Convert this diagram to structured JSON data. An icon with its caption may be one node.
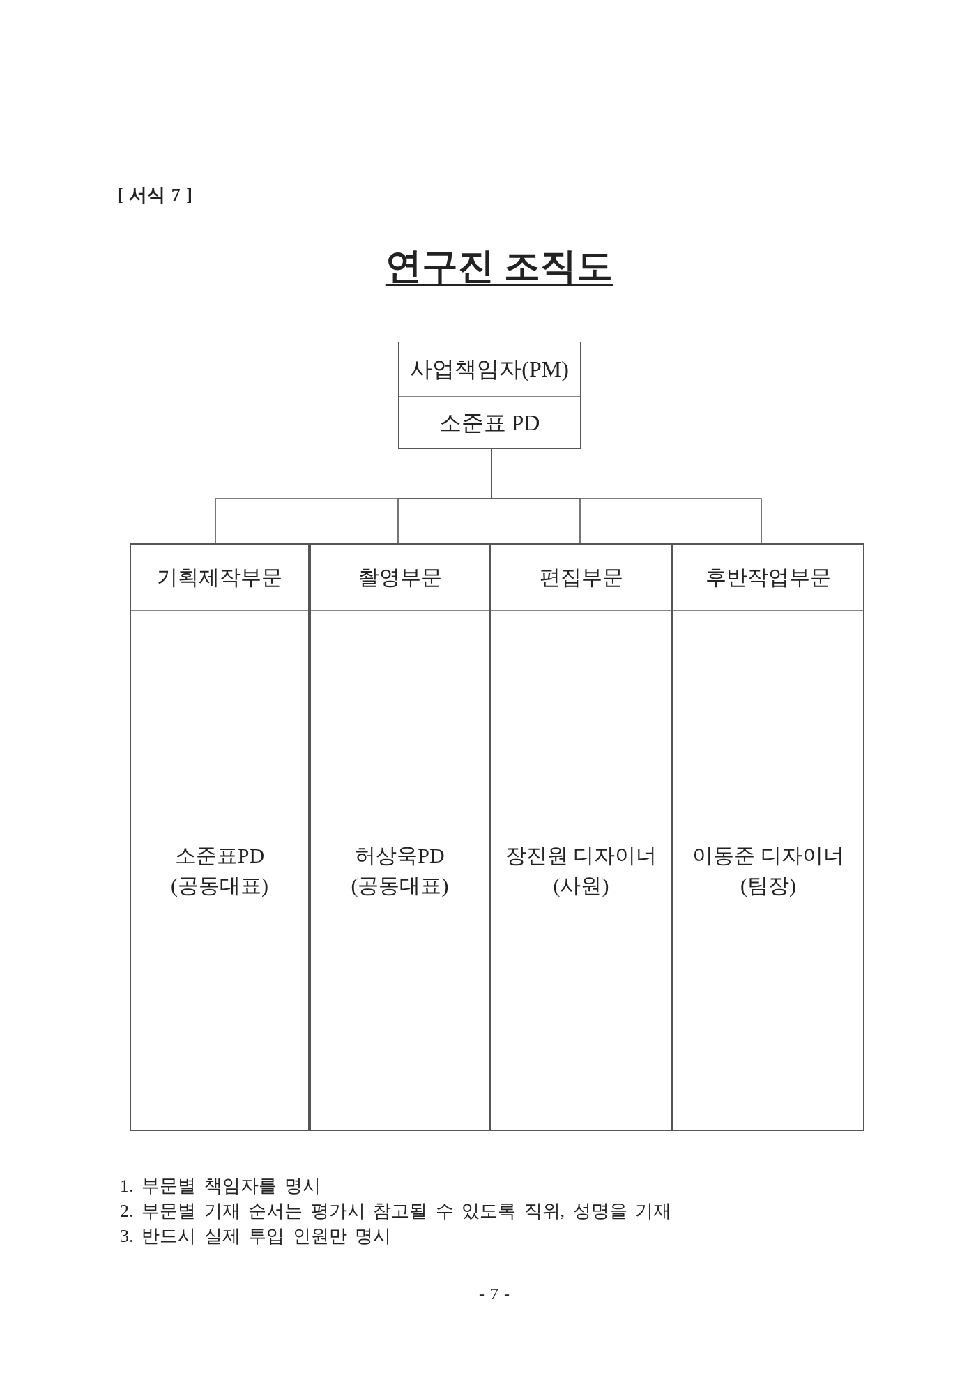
{
  "diagram": {
    "title": "연구진 조직도",
    "nodes": [
      {
        "text": [
          "사업책임자(PM)",
          "소준표 PD"
        ]
      },
      {
        "text": [
          "기획제작부문",
          "소준표PD (공동대표)"
        ]
      },
      {
        "text": [
          "촬영부문",
          "허상욱PD (공동대표)"
        ]
      },
      {
        "text": [
          "편집부문",
          "장진원 디자이너 (사원)"
        ]
      },
      {
        "text": [
          "후반작업부문",
          "이동준 디자이너 (팀장)"
        ]
      }
    ],
    "edges": [
      {
        "from": 0,
        "to": 1,
        "arrow": "none"
      },
      {
        "from": 0,
        "to": 2,
        "arrow": "none"
      },
      {
        "from": 0,
        "to": 3,
        "arrow": "none"
      },
      {
        "from": 0,
        "to": 4,
        "arrow": "none"
      }
    ],
    "labels": [
      "[ 서식 7 ]",
      "1. 부문별 책임자를 명시",
      "2. 부문별 기재 순서는 평가시 참고될 수 있도록 직위, 성명을 기재",
      "3. 반드시 실제 투입 인원만 명시",
      "- 7 -"
    ]
  }
}
